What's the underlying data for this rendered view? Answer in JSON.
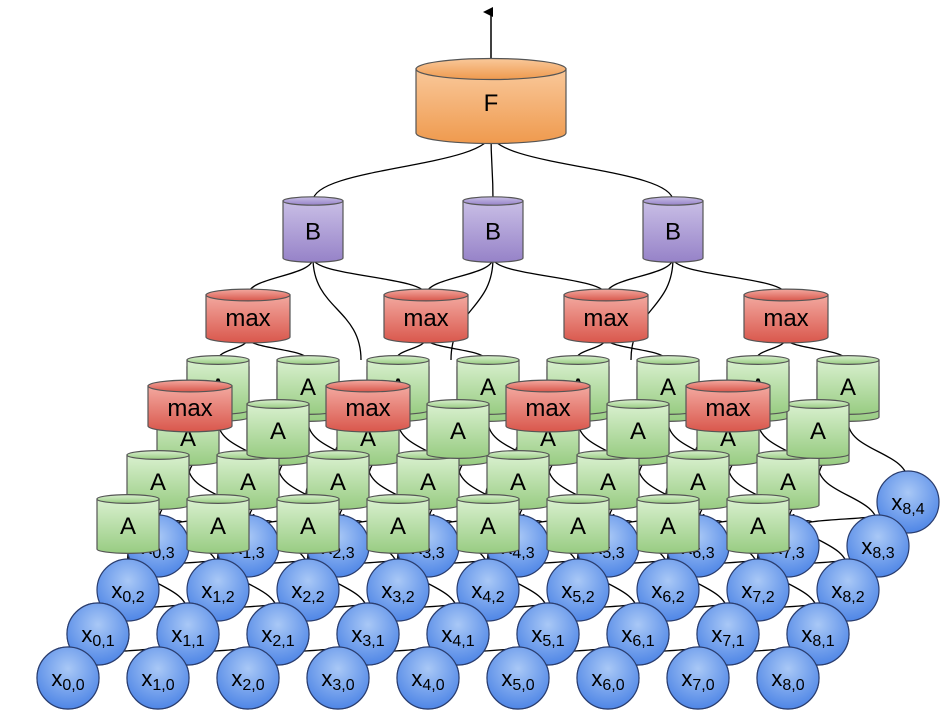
{
  "output_node": {
    "label": "F"
  },
  "b_nodes": [
    {
      "label": "B"
    },
    {
      "label": "B"
    },
    {
      "label": "B"
    }
  ],
  "upper_max_nodes": [
    {
      "label": "max"
    },
    {
      "label": "max"
    },
    {
      "label": "max"
    },
    {
      "label": "max"
    }
  ],
  "lower_max_nodes": [
    {
      "label": "max"
    },
    {
      "label": "max"
    },
    {
      "label": "max"
    },
    {
      "label": "max"
    }
  ],
  "a_label": "A",
  "inputs": {
    "symbol": "x",
    "columns": [
      "0",
      "1",
      "2",
      "3",
      "4",
      "5",
      "6",
      "7",
      "8"
    ],
    "rows": [
      "0",
      "1",
      "2",
      "3",
      "4"
    ]
  },
  "colors": {
    "output_top": "#f9c89a",
    "output_bottom": "#ef9a4e",
    "b_top": "#c9bfe6",
    "b_bottom": "#9682c8",
    "max_top": "#f3a9a0",
    "max_bottom": "#d9574c",
    "a_top": "#d9f0cf",
    "a_bottom": "#98cc82",
    "input_light": "#a9c8f6",
    "input_dark": "#4f86e6"
  }
}
